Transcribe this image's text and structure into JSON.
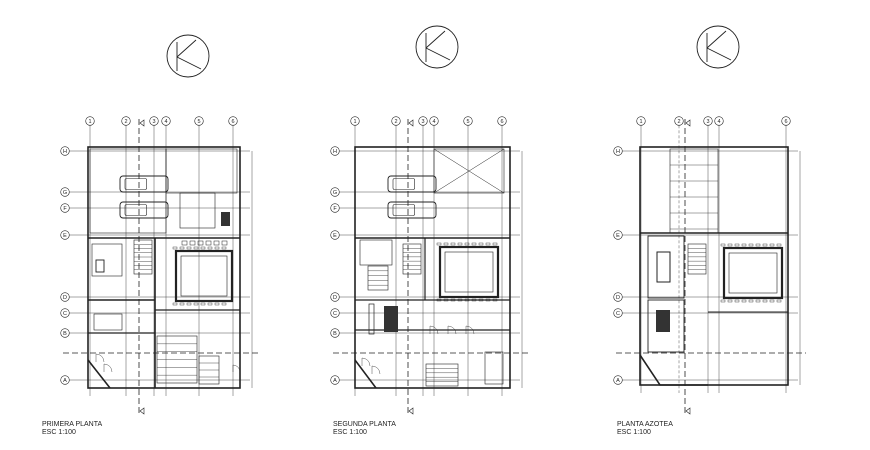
{
  "plans": [
    {
      "title": "PRIMERA PLANTA",
      "scale": "ESC 1:100",
      "col_axes": [
        "1",
        "2",
        "3",
        "4",
        "5",
        "6"
      ],
      "row_axes": [
        "H",
        "G",
        "F",
        "E",
        "D",
        "C",
        "B",
        "A"
      ]
    },
    {
      "title": "SEGUNDA PLANTA",
      "scale": "ESC 1:100",
      "col_axes": [
        "1",
        "2",
        "3",
        "4",
        "5",
        "6"
      ],
      "row_axes": [
        "H",
        "G",
        "F",
        "E",
        "D",
        "C",
        "B",
        "A"
      ]
    },
    {
      "title": "PLANTA AZOTEA",
      "scale": "ESC 1:100",
      "col_axes": [
        "1",
        "2",
        "3",
        "4",
        "6"
      ],
      "row_axes": [
        "H",
        "E",
        "D",
        "C",
        "A"
      ]
    }
  ],
  "north_symbol": "north-arrow-icon",
  "colors": {
    "line": "#222222",
    "background": "#ffffff",
    "hatch": "#555555"
  }
}
